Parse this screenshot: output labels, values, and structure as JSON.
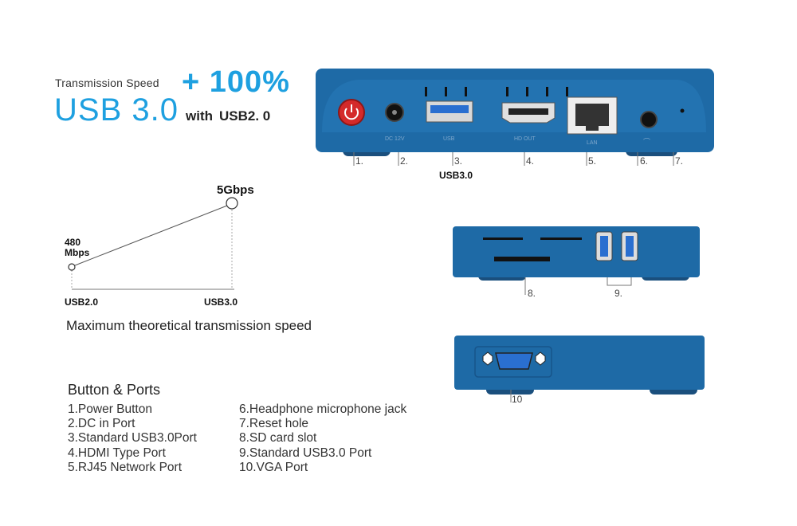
{
  "headline": {
    "transmission_speed": "Transmission Speed",
    "plus": "+ 100%",
    "usb3": "USB 3.0",
    "with": "with",
    "usb2": "USB2. 0"
  },
  "rear_panel": {
    "port_labels": {
      "dc": "DC 12V",
      "usb": "USB",
      "hdmi": "HD OUT",
      "lan": "LAN"
    },
    "callouts": [
      "1.",
      "2.",
      "3.",
      "4.",
      "5.",
      "6.",
      "7."
    ],
    "usb_caption": "USB3.0"
  },
  "speed_chart": {
    "low_label": "480 Mbps",
    "high_label": "5Gbps",
    "left_axis_label": "USB2.0",
    "right_axis_label": "USB3.0",
    "caption": "Maximum theoretical transmission speed"
  },
  "side_panel": {
    "callouts": [
      "8.",
      "9."
    ]
  },
  "vga_panel": {
    "callout": "10"
  },
  "ports_list": {
    "title": "Button & Ports",
    "col1": [
      "1.Power Button",
      "2.DC in Port",
      "3.Standard USB3.0Port",
      "4.HDMI Type Port",
      "5.RJ45 Network Port"
    ],
    "col2": [
      "6.Headphone microphone jack",
      "7.Reset hole",
      "8.SD card slot",
      "9.Standard USB3.0 Port",
      "10.VGA Port"
    ]
  },
  "colors": {
    "device_blue": "#1e6aa6",
    "accent": "#1ea0e0",
    "power_red": "#d42a2a"
  }
}
